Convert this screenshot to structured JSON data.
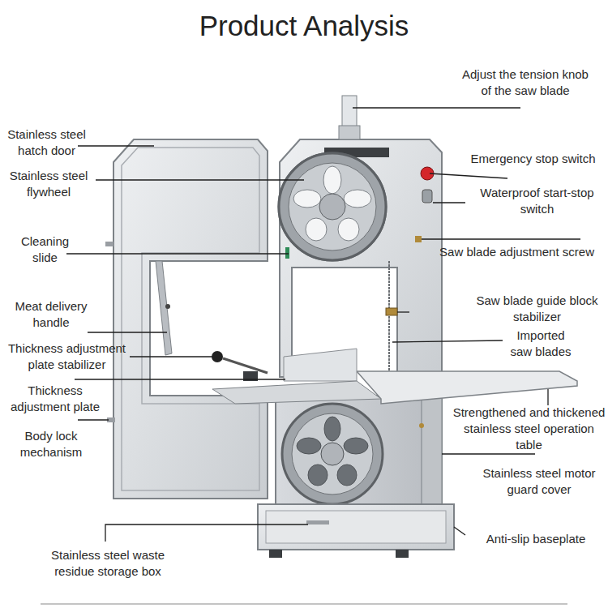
{
  "diagram": {
    "title": "Product Analysis",
    "labels": [
      "Adjust the tension knob of the saw blade",
      "Stainless steel hatch door",
      "Emergency stop switch",
      "Stainless steel flywheel",
      "Waterproof start-stop switch",
      "Cleaning slide",
      "Saw blade adjustment screw",
      "Meat delivery handle",
      "Saw blade guide block stabilizer",
      "Thickness adjustment plate stabilizer",
      "Imported saw blades",
      "Thickness adjustment plate",
      "Strengthened and thickened stainless steel operation table",
      "Body lock mechanism",
      "Stainless steel motor guard cover",
      "Anti-slip baseplate",
      "Stainless steel waste residue storage box"
    ]
  }
}
